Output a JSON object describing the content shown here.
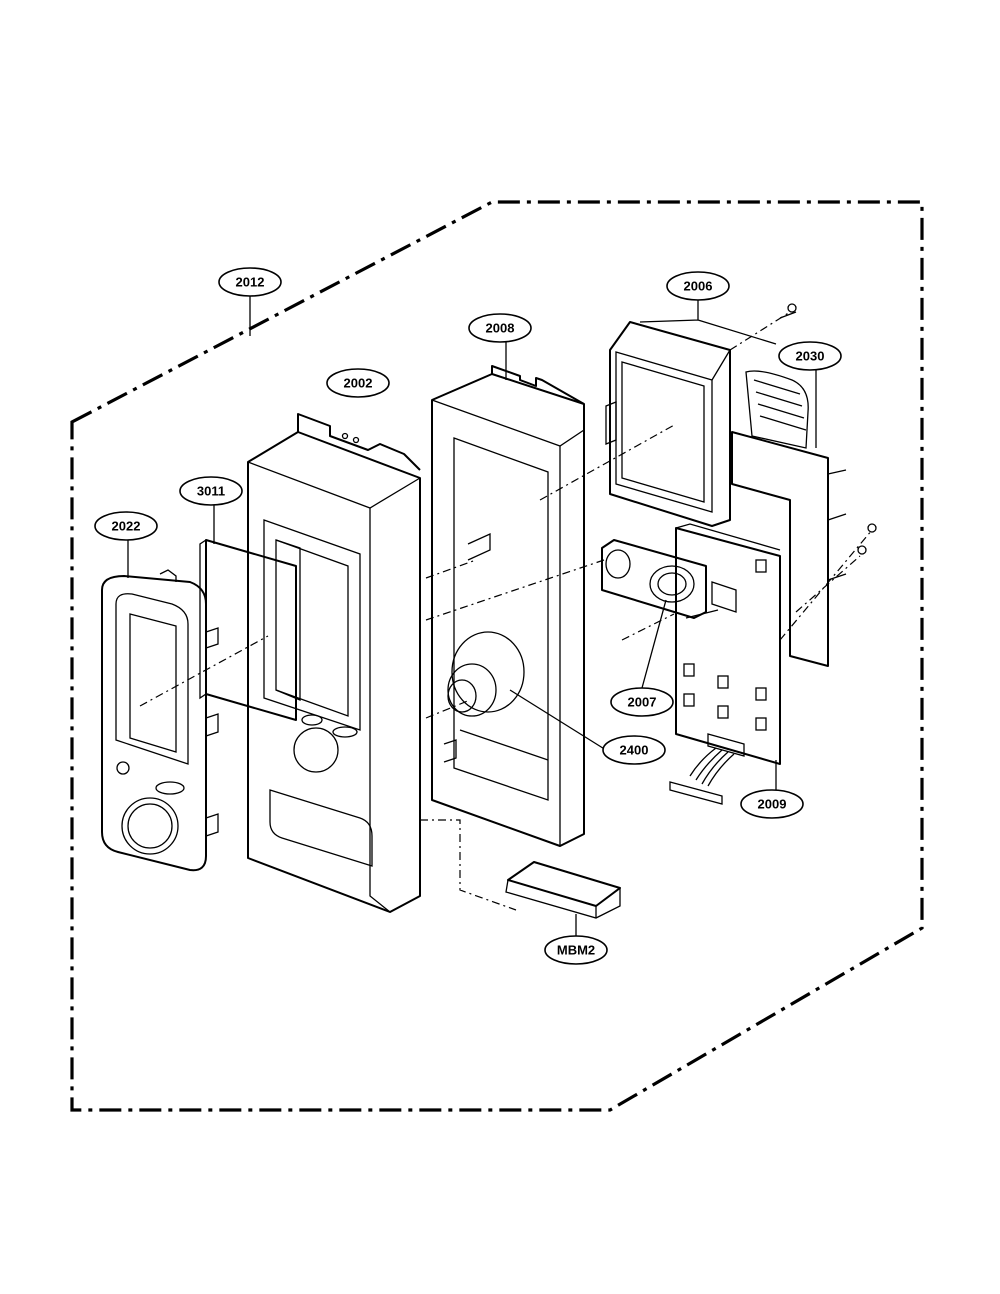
{
  "callouts": [
    {
      "id": "2012",
      "label": "2012"
    },
    {
      "id": "2006",
      "label": "2006"
    },
    {
      "id": "2008",
      "label": "2008"
    },
    {
      "id": "2030",
      "label": "2030"
    },
    {
      "id": "2002",
      "label": "2002"
    },
    {
      "id": "3011",
      "label": "3011"
    },
    {
      "id": "2022",
      "label": "2022"
    },
    {
      "id": "2007",
      "label": "2007"
    },
    {
      "id": "2400",
      "label": "2400"
    },
    {
      "id": "2009",
      "label": "2009"
    },
    {
      "id": "MBM2",
      "label": "MBM2"
    }
  ]
}
